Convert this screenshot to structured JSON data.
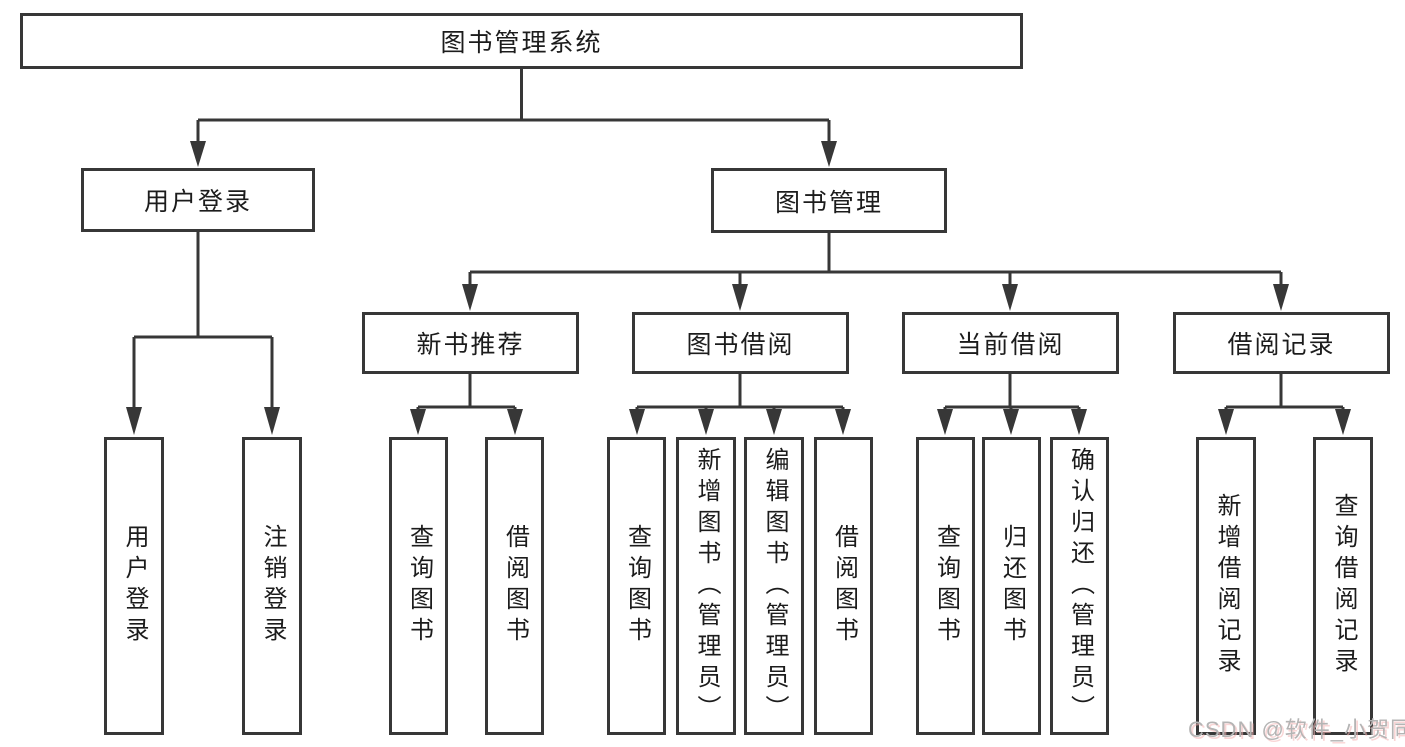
{
  "diagram": {
    "title": "图书管理系统",
    "root": {
      "label": "图书管理系统"
    },
    "level2": [
      {
        "label": "用户登录"
      },
      {
        "label": "图书管理"
      }
    ],
    "level3": [
      {
        "label": "新书推荐"
      },
      {
        "label": "图书借阅"
      },
      {
        "label": "当前借阅"
      },
      {
        "label": "借阅记录"
      }
    ],
    "leaves": {
      "user_login": [
        "用户登录",
        "注销登录"
      ],
      "new_books": [
        "查询图书",
        "借阅图书"
      ],
      "book_borrow": [
        "查询图书",
        "新增图书（管理员）",
        "编辑图书（管理员）",
        "借阅图书"
      ],
      "current_borrow": [
        "查询图书",
        "归还图书",
        "确认归还（管理员）"
      ],
      "borrow_records": [
        "新增借阅记录",
        "查询借阅记录"
      ]
    },
    "colors": {
      "line": "#373737",
      "text": "#1c1c1c",
      "watermark": "#b4b4b4"
    },
    "watermark": "CSDN @软件_小贺同学"
  }
}
